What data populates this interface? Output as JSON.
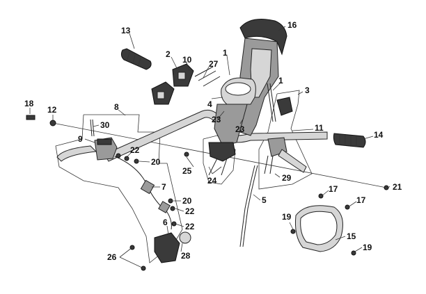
{
  "callouts": {
    "c1a": "1",
    "c1b": "1",
    "c2": "2",
    "c3": "3",
    "c4": "4",
    "c5": "5",
    "c6": "6",
    "c7": "7",
    "c8": "8",
    "c9": "9",
    "c10": "10",
    "c11": "11",
    "c12": "12",
    "c13": "13",
    "c14": "14",
    "c15": "15",
    "c16": "16",
    "c17a": "17",
    "c17b": "17",
    "c18": "18",
    "c19a": "19",
    "c19b": "19",
    "c20a": "20",
    "c20b": "20",
    "c21": "21",
    "c22a": "22",
    "c22b": "22",
    "c22c": "22",
    "c23a": "23",
    "c23b": "23",
    "c24": "24",
    "c25": "25",
    "c26": "26",
    "c27": "27",
    "c28": "28",
    "c29": "29",
    "c30": "30"
  }
}
